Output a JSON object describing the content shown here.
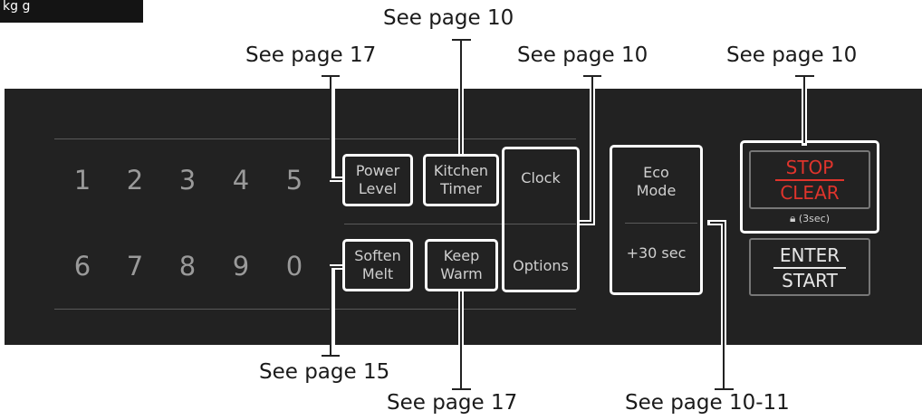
{
  "corner_tag": "kg g",
  "digits_top": [
    "1",
    "2",
    "3",
    "4",
    "5"
  ],
  "digits_bottom": [
    "6",
    "7",
    "8",
    "9",
    "0"
  ],
  "keys": {
    "power_level": [
      "Power",
      "Level"
    ],
    "kitchen_timer": [
      "Kitchen",
      "Timer"
    ],
    "clock": "Clock",
    "options": "Options",
    "eco_mode": [
      "Eco",
      "Mode"
    ],
    "plus30": "+30 sec",
    "soften_melt": [
      "Soften",
      "Melt"
    ],
    "keep_warm": [
      "Keep",
      "Warm"
    ],
    "stop": "STOP",
    "clear": "CLEAR",
    "lock_hint": "(3sec)",
    "enter": "ENTER",
    "start": "START"
  },
  "callouts": {
    "power_level": "See page 17",
    "kitchen_timer": "See page 10",
    "clock_options": "See page 10",
    "stop_clear": "See page 10",
    "soften_melt": "See page 15",
    "keep_warm": "See page 17",
    "eco_30sec": "See page 10-11"
  }
}
